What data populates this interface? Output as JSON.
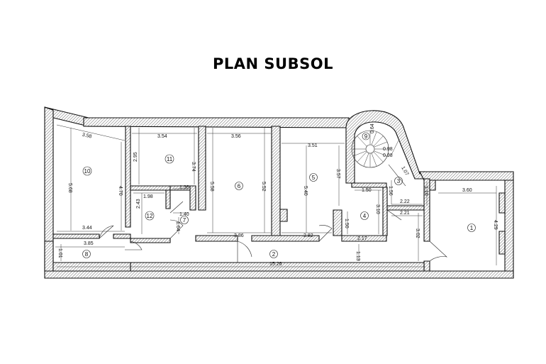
{
  "title": "PLAN SUBSOL",
  "rooms": [
    {
      "number": "1"
    },
    {
      "number": "2"
    },
    {
      "number": "3"
    },
    {
      "number": "4"
    },
    {
      "number": "5"
    },
    {
      "number": "6"
    },
    {
      "number": "7"
    },
    {
      "number": "8"
    },
    {
      "number": "9"
    },
    {
      "number": "10"
    },
    {
      "number": "11"
    },
    {
      "number": "12"
    }
  ],
  "dimensions": {
    "d_358": "3.58",
    "d_354": "3.54",
    "d_356": "3.56",
    "d_351": "3.51",
    "d_568": "5.68",
    "d_470": "4.70",
    "d_295": "2.95",
    "d_374": "3.74",
    "d_558": "5.58",
    "d_552": "5.52",
    "d_540": "5.40",
    "d_357": "3.57",
    "d_198": "1.98",
    "d_136": "1.36",
    "d_243": "2.43",
    "d_140": "1.40",
    "d_164": "1.64",
    "d_344": "3.44",
    "d_386": "3.86",
    "d_282": "2.82",
    "d_150a": "1.50",
    "d_156": "1.56",
    "d_310": "3.10",
    "d_150b": "1.50",
    "d_217": "2.17",
    "d_222": "2.22",
    "d_110": "1.10",
    "d_221": "2.21",
    "d_360": "3.60",
    "d_429": "4.29",
    "d_302": "3.02",
    "d_113": "1.13",
    "d_385": "3.85",
    "d_101": "1.01",
    "d_1526": "15.26",
    "d_098a": "0.98",
    "d_098b": "0.98",
    "d_107": "1.07",
    "d_064": "0.64"
  }
}
